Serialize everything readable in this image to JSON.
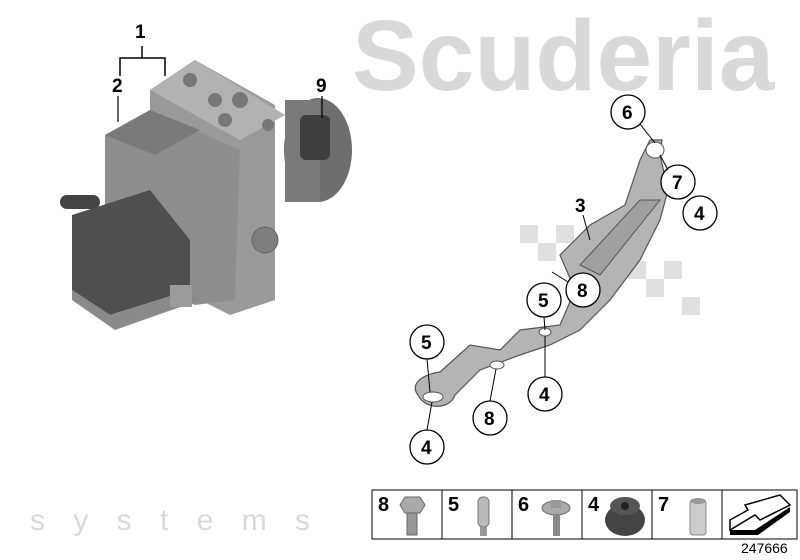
{
  "watermark": {
    "brand": "Scuderia",
    "sub": "s y s t e m s"
  },
  "callouts": {
    "abs_unit": "1",
    "control_unit": "2",
    "pump_connector": "9",
    "bracket": "3",
    "c6": "6",
    "c7": "7",
    "c4a": "4",
    "c8a": "8",
    "c5a": "5",
    "c5b": "5",
    "c4b": "4",
    "c8b": "8",
    "c4c": "4"
  },
  "legend": [
    {
      "number": "8",
      "icon": "hex-bolt-icon"
    },
    {
      "number": "5",
      "icon": "pin-icon"
    },
    {
      "number": "6",
      "icon": "flange-bolt-icon"
    },
    {
      "number": "4",
      "icon": "rubber-mount-icon"
    },
    {
      "number": "7",
      "icon": "bushing-icon"
    },
    {
      "number": "",
      "icon": "arrow-direction-icon"
    }
  ],
  "diagram_number": "247666",
  "colors": {
    "housing": "#8f8f8f",
    "dark_plastic": "#555555",
    "bracket": "#b0b0b0",
    "watermark": "#d9d9d9"
  }
}
